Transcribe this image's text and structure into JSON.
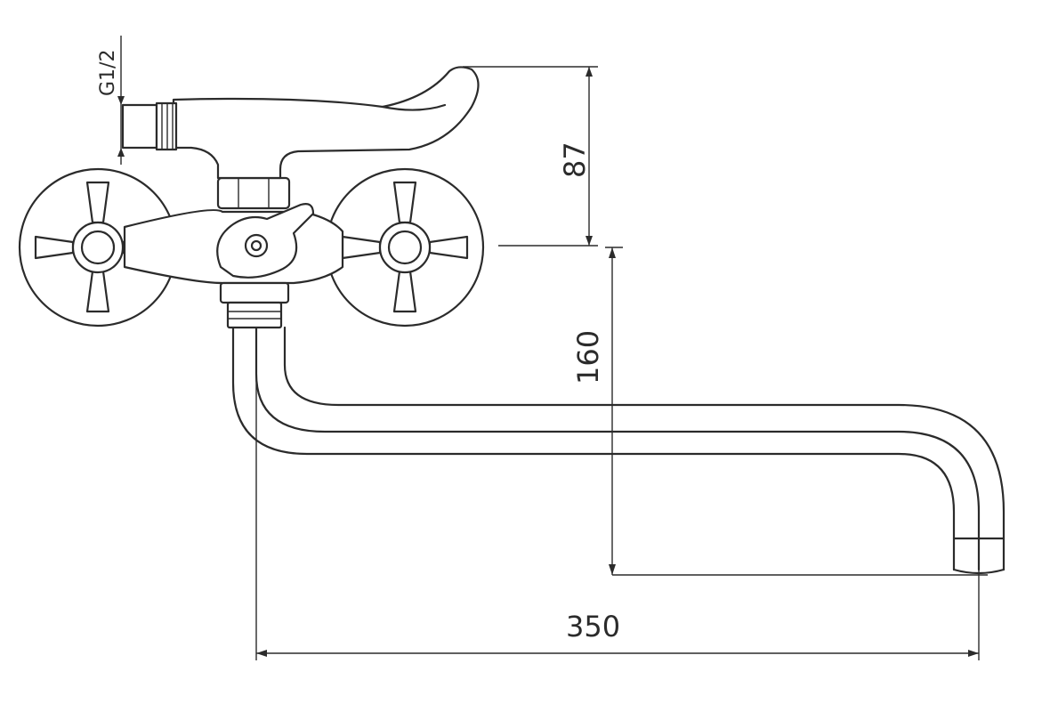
{
  "drawing": {
    "labels": {
      "thread": "G1/2",
      "height_top": "87",
      "height_spout": "160",
      "reach": "350"
    },
    "line_color": "#2b2b2b",
    "background": "#ffffff"
  }
}
